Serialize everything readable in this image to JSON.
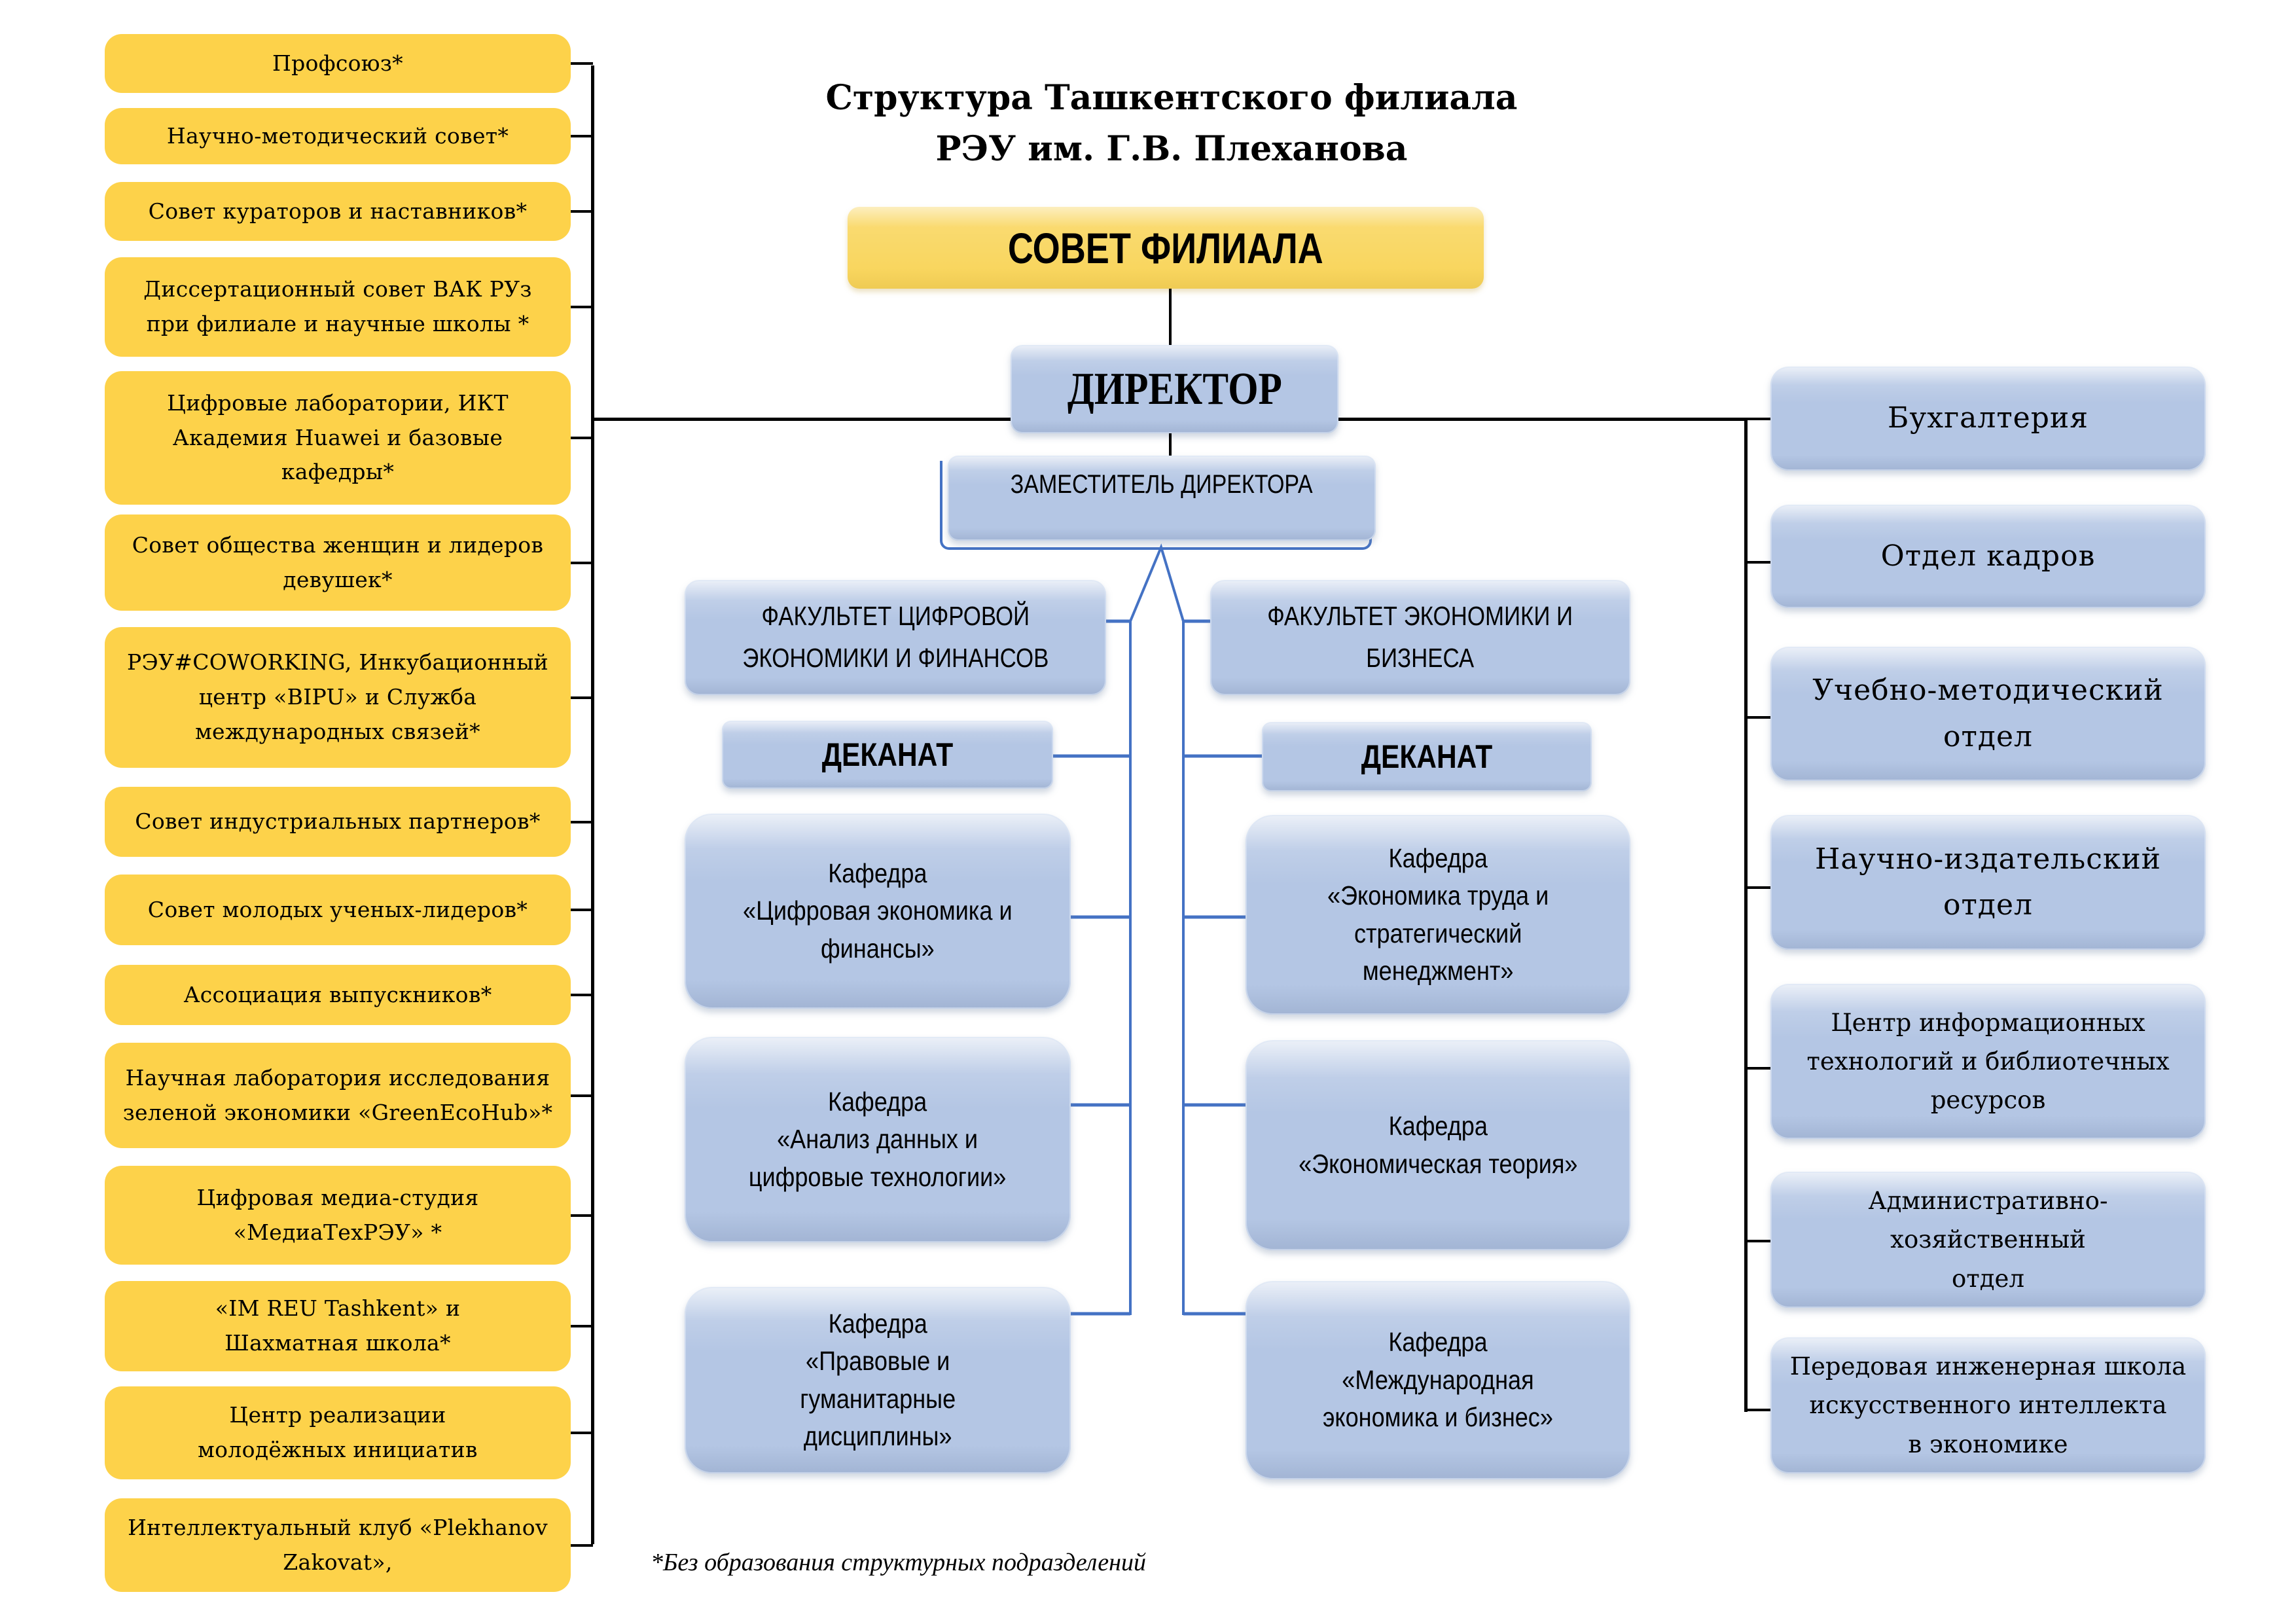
{
  "title": {
    "line1": "Структура Ташкентского филиала",
    "line2": "РЭУ им. Г.В. Плеханова"
  },
  "council": "СОВЕТ ФИЛИАЛА",
  "director": "ДИРЕКТОР",
  "deputy": "ЗАМЕСТИТЕЛЬ ДИРЕКТОРА",
  "colors": {
    "yellow_box": "#fdd24a",
    "council_box": "#f9d65f",
    "blue_box": "#b4c6e4",
    "connector_black": "#000000",
    "connector_blue": "#4472c4"
  },
  "left_units": [
    "Профсоюз*",
    "Научно-методический совет*",
    "Совет кураторов и наставников*",
    "Диссертационный совет ВАК РУз\nпри филиале и научные школы *",
    "Цифровые лаборатории, ИКТ\nАкадемия Huawei  и  базовые\nкафедры*",
    "Совет общества женщин и лидеров\nдевушек*",
    "РЭУ#COWORKING, Инкубационный\nцентр «BIPU» и Служба\nмеждународных связей*",
    "Совет индустриальных партнеров*",
    "Совет молодых ученых-лидеров*",
    "Ассоциация выпускников*",
    "Научная лаборатория исследования\nзеленой экономики «GreenEcoHub»*",
    "Цифровая медиа-студия\n«МедиаТехРЭУ» *",
    "«IM REU Tashkent» и\nШахматная школа*",
    "Центр реализации\nмолодёжных инициатив",
    "Интеллектуальный клуб «Plekhanov\nZakovat»,"
  ],
  "faculties": [
    {
      "name": "ФАКУЛЬТЕТ ЦИФРОВОЙ\nЭКОНОМИКИ И ФИНАНСОВ",
      "deanery": "ДЕКАНАТ",
      "departments": [
        "Кафедра\n«Цифровая экономика и\nфинансы»",
        "Кафедра\n«Анализ данных и\nцифровые технологии»",
        "Кафедра\n«Правовые и\nгуманитарные\nдисциплины»"
      ]
    },
    {
      "name": "ФАКУЛЬТЕТ ЭКОНОМИКИ И\nБИЗНЕСА",
      "deanery": "ДЕКАНАТ",
      "departments": [
        "Кафедра\n«Экономика труда и\nстратегический\nменеджмент»",
        "Кафедра\n«Экономическая теория»",
        "Кафедра\n«Международная\nэкономика и бизнес»"
      ]
    }
  ],
  "right_units": [
    "Бухгалтерия",
    "Отдел кадров",
    "Учебно-методический\nотдел",
    "Научно-издательский\nотдел",
    "Центр информационных\nтехнологий и библиотечных\nресурсов",
    "Административно-\nхозяйственный\nотдел",
    "Передовая инженерная школа\nискусственного интеллекта\nв экономике"
  ],
  "footnote": "*Без образования структурных подразделений"
}
